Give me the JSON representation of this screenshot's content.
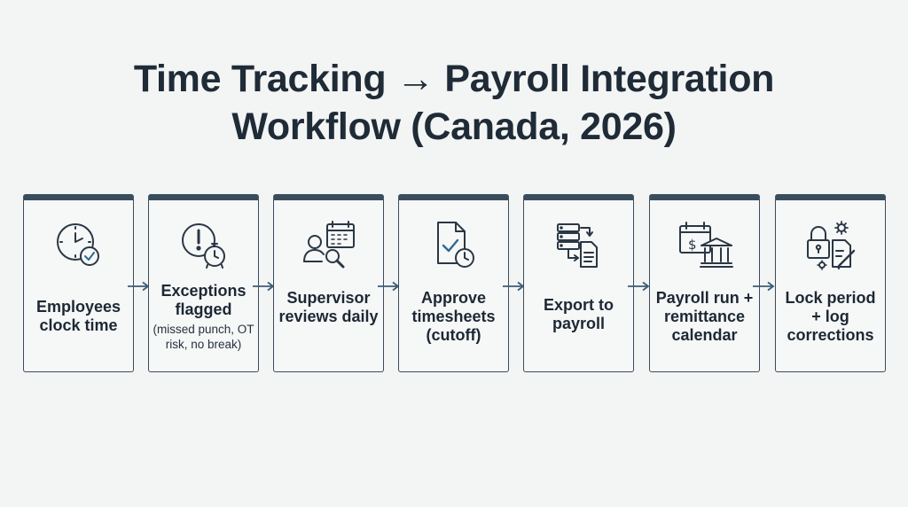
{
  "title": {
    "line1": "Time Tracking → Payroll Integration",
    "line2": "Workflow (Canada, 2026)"
  },
  "steps": [
    {
      "label": "Employees clock time",
      "sub": "",
      "icon": "clock-check-icon"
    },
    {
      "label": "Exceptions flagged",
      "sub": "(missed punch, OT risk, no break)",
      "icon": "alert-stopwatch-icon"
    },
    {
      "label": "Supervisor reviews daily",
      "sub": "",
      "icon": "supervisor-calendar-icon"
    },
    {
      "label": "Approve timesheets (cutoff)",
      "sub": "",
      "icon": "timesheet-approve-icon"
    },
    {
      "label": "Export to payroll",
      "sub": "",
      "icon": "export-server-icon"
    },
    {
      "label": "Payroll run + remittance calendar",
      "sub": "",
      "icon": "payroll-bank-icon"
    },
    {
      "label": "Lock period + log corrections",
      "sub": "",
      "icon": "lock-gear-edit-icon"
    }
  ],
  "colors": {
    "accent": "#3a4d5c",
    "arrow": "#3a5d78",
    "text": "#1e2a35",
    "background": "#f3f4f4"
  }
}
